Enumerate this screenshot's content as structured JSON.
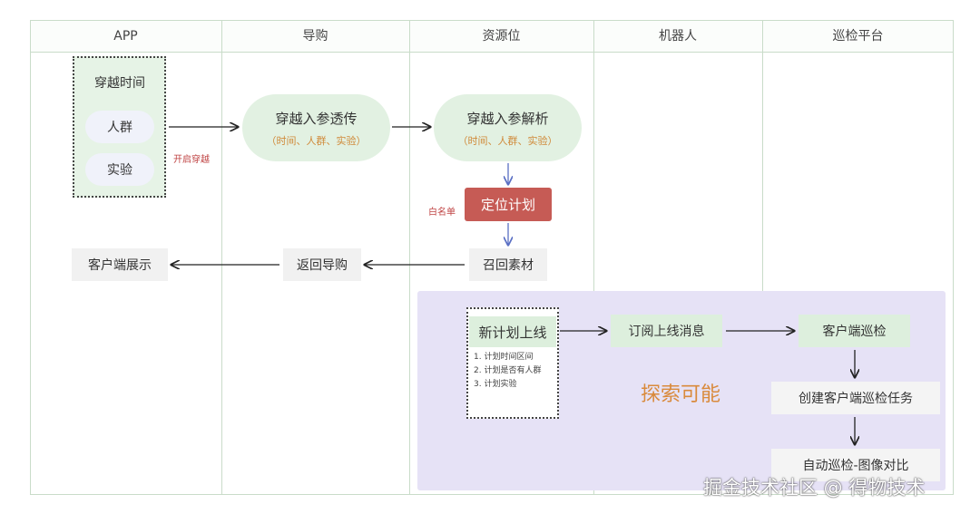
{
  "columns": [
    "APP",
    "导购",
    "资源位",
    "机器人",
    "巡检平台"
  ],
  "app": {
    "items": [
      "穿越时间",
      "人群",
      "实验"
    ],
    "arrow_label": "开启穿越"
  },
  "guide_pass": {
    "title": "穿越入参透传",
    "sub": "（时间、人群、实验）"
  },
  "resource_parse": {
    "title": "穿越入参解析",
    "sub": "（时间、人群、实验）"
  },
  "whitelist_label": "白名单",
  "position_plan": "定位计划",
  "recall": "召回素材",
  "back_guide": "返回导购",
  "client_show": "客户端展示",
  "new_plan": {
    "title": "新计划上线",
    "items": [
      "1. 计划时间区间",
      "2. 计划是否有人群",
      "3. 计划实验"
    ]
  },
  "subscribe": "订阅上线消息",
  "client_inspect": "客户端巡检",
  "create_task": "创建客户端巡检任务",
  "auto_inspect": "自动巡检-图像对比",
  "explore_label": "探索可能",
  "watermark": "掘金技术社区 @ 得物技术",
  "colors": {
    "pill": "#e2f1e2",
    "plan_red": "#c65b55",
    "explore_bg": "#e6e2f6",
    "explore_text": "#d98a3c",
    "grid": "#c9dcc9"
  }
}
